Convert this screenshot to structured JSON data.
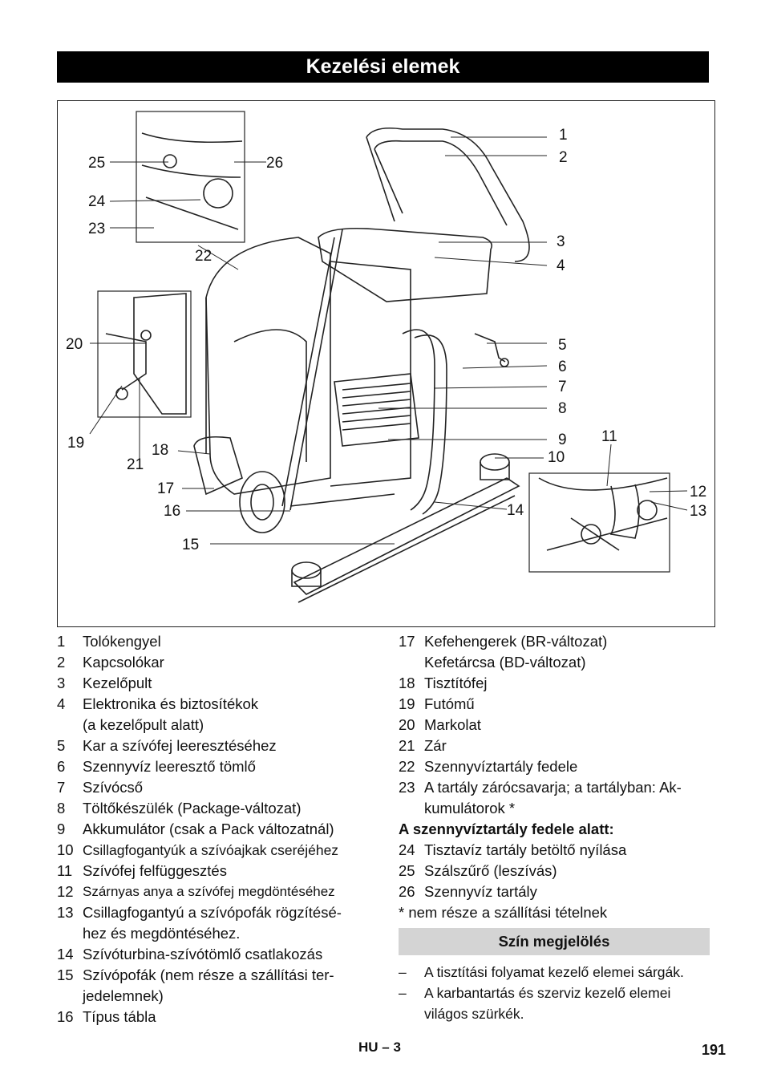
{
  "header": {
    "title": "Kezelési elemek"
  },
  "figure": {
    "callouts": [
      "1",
      "2",
      "3",
      "4",
      "5",
      "6",
      "7",
      "8",
      "9",
      "10",
      "11",
      "12",
      "13",
      "14",
      "15",
      "16",
      "17",
      "18",
      "19",
      "20",
      "21",
      "22",
      "23",
      "24",
      "25",
      "26"
    ]
  },
  "legend_left": [
    {
      "num": "1",
      "text": "Tolókengyel"
    },
    {
      "num": "2",
      "text": "Kapcsolókar"
    },
    {
      "num": "3",
      "text": "Kezelőpult"
    },
    {
      "num": "4",
      "text": "Elektronika és biztosítékok"
    },
    {
      "num": "",
      "text": "(a kezelőpult alatt)"
    },
    {
      "num": "5",
      "text": "Kar a szívófej leeresztéséhez"
    },
    {
      "num": "6",
      "text": "Szennyvíz leeresztő tömlő"
    },
    {
      "num": "7",
      "text": "Szívócső"
    },
    {
      "num": "8",
      "text": "Töltőkészülék (Package-változat)"
    },
    {
      "num": "9",
      "text": "Akkumulátor (csak a Pack változatnál)"
    },
    {
      "num": "10",
      "text": "Csillagfogantyúk a szívóajkak cseréjéhez"
    },
    {
      "num": "11",
      "text": "Szívófej felfüggesztés"
    },
    {
      "num": "12",
      "text": "Szárnyas anya a szívófej megdöntéséhez"
    },
    {
      "num": "13",
      "text": "Csillagfogantyú a szívópofák rögzítésé-"
    },
    {
      "num": "",
      "text": "hez és megdöntéséhez."
    },
    {
      "num": "14",
      "text": "Szívóturbina-szívótömlő csatlakozás"
    },
    {
      "num": "15",
      "text": "Szívópofák (nem része a szállítási ter-"
    },
    {
      "num": "",
      "text": "jedelemnek)"
    },
    {
      "num": "16",
      "text": "Típus tábla"
    }
  ],
  "legend_right": [
    {
      "num": "17",
      "text": "Kefehengerek (BR-változat)"
    },
    {
      "num": "",
      "text": "Kefetárcsa (BD-változat)"
    },
    {
      "num": "18",
      "text": "Tisztítófej"
    },
    {
      "num": "19",
      "text": "Futómű"
    },
    {
      "num": "20",
      "text": "Markolat"
    },
    {
      "num": "21",
      "text": "Zár"
    },
    {
      "num": "22",
      "text": "Szennyvíztartály fedele"
    },
    {
      "num": "23",
      "text": "A tartály zárócsavarja; a tartályban: Ak-"
    },
    {
      "num": "",
      "text": "kumulátorok *"
    }
  ],
  "under_lid_heading": "A szennyvíztartály fedele alatt:",
  "legend_right_2": [
    {
      "num": "24",
      "text": "Tisztavíz tartály betöltő nyílása"
    },
    {
      "num": "25",
      "text": "Szálszűrő (leszívás)"
    },
    {
      "num": "26",
      "text": "Szennyvíz tartály"
    }
  ],
  "footnote": "* nem része a szállítási tételnek",
  "color_section": {
    "heading": "Szín megjelölés",
    "items": [
      {
        "dash": "–",
        "text": "A tisztítási folyamat kezelő elemei sárgák."
      },
      {
        "dash": "–",
        "text": "A karbantartás és szerviz kezelő elemei"
      },
      {
        "dash": "",
        "text": "világos szürkék."
      }
    ]
  },
  "footer": {
    "code": "HU – 3",
    "page": "191"
  }
}
